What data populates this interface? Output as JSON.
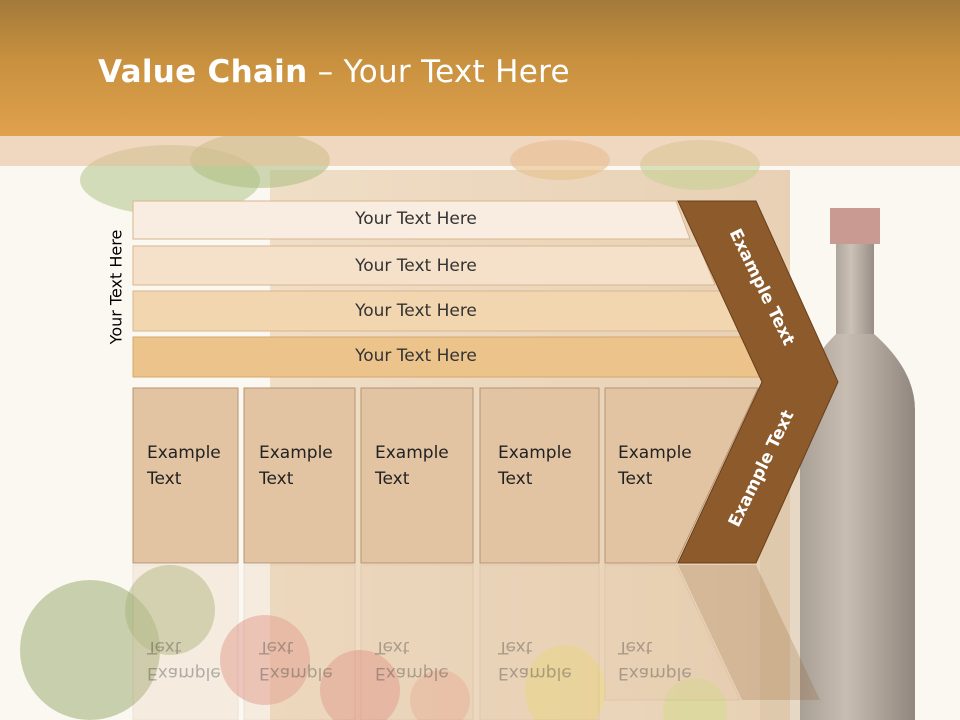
{
  "slide": {
    "title_bold": "Value Chain",
    "title_rest": " – Your Text Here",
    "vertical_label": "Your Text Here"
  },
  "bars": [
    {
      "label": "Your Text Here"
    },
    {
      "label": "Your Text Here"
    },
    {
      "label": "Your Text Here"
    },
    {
      "label": "Your Text Here"
    }
  ],
  "columns": [
    {
      "line1": "Example",
      "line2": "Text"
    },
    {
      "line1": "Example",
      "line2": "Text"
    },
    {
      "line1": "Example",
      "line2": "Text"
    },
    {
      "line1": "Example",
      "line2": "Text"
    },
    {
      "line1": "Example",
      "line2": "Text"
    }
  ],
  "chevron": {
    "upper_label": "Example Text",
    "lower_label": "Example Text"
  },
  "colors": {
    "header": "#c8913f",
    "chevron": "#8c5a2b",
    "column_fill": "#e4c5a3",
    "bar_light": "#f9ecdf",
    "bar_dark": "#ecc48b"
  }
}
